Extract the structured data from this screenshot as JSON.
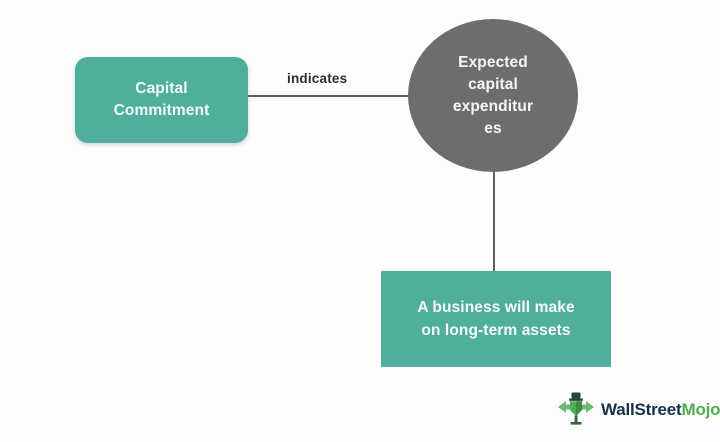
{
  "diagram": {
    "nodes": [
      {
        "id": "capital-commitment",
        "shape": "rounded-rectangle",
        "label": "Capital\nCommitment",
        "fill": "#4fae9c",
        "text_color": "#f4fbfa"
      },
      {
        "id": "expected-capital-expenditures",
        "shape": "ellipse",
        "label": "Expected\ncapital\nexpenditur\nes",
        "fill": "#6d6d6d",
        "text_color": "#f6f6f6"
      },
      {
        "id": "long-term-assets",
        "shape": "rectangle",
        "label": "A business will make\non long-term assets",
        "fill": "#4fae9c",
        "text_color": "#f6fcfb"
      }
    ],
    "edges": [
      {
        "id": "edge-indicates",
        "from": "capital-commitment",
        "to": "expected-capital-expenditures",
        "label": "indicates",
        "orientation": "horizontal",
        "color": "#5f5f5f"
      },
      {
        "id": "edge-expenditures-to-assets",
        "from": "expected-capital-expenditures",
        "to": "long-term-assets",
        "label": "",
        "orientation": "vertical",
        "color": "#5f5f5f"
      }
    ],
    "background": "#fdfdfd"
  },
  "logo": {
    "mark": "wallstreetmojo-bull-icon",
    "word_primary": "WallStreet",
    "word_accent": "Mojo",
    "color_primary": "#16314a",
    "color_accent": "#4fae52"
  }
}
